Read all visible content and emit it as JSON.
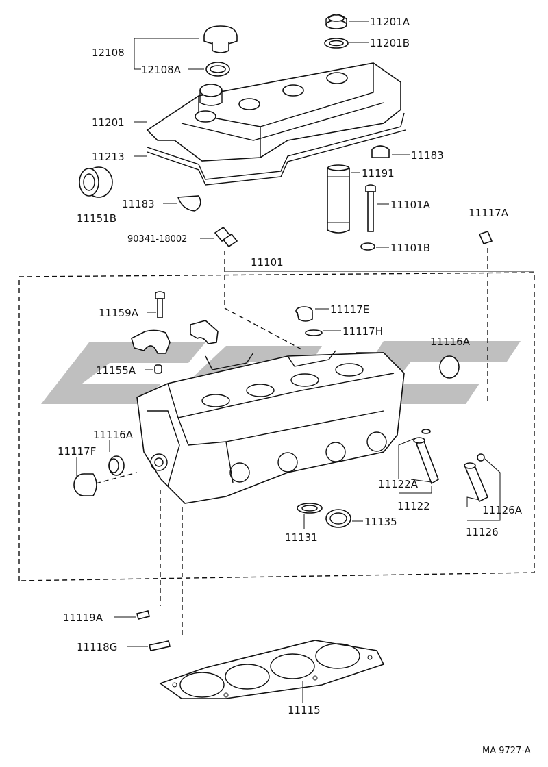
{
  "labels": {
    "p11201A": "11201A",
    "p11201B": "11201B",
    "p12108": "12108",
    "p12108A": "12108A",
    "p11201": "11201",
    "p11213": "11213",
    "p11183_right": "11183",
    "p11191": "11191",
    "p11151B": "11151B",
    "p11183_left": "11183",
    "p11101A": "11101A",
    "p11117A": "11117A",
    "p90341": "90341-18002",
    "p11101B": "11101B",
    "p11101": "11101",
    "p11159A": "11159A",
    "p11117E": "11117E",
    "p11117H": "11117H",
    "p11116A_right": "11116A",
    "p11155A": "11155A",
    "p11116A_left": "11116A",
    "p11117F": "11117F",
    "p11122A": "11122A",
    "p11122": "11122",
    "p11126A": "11126A",
    "p11126": "11126",
    "p11131": "11131",
    "p11135": "11135",
    "p11119A": "11119A",
    "p11118G": "11118G",
    "p11115": "11115",
    "ref_code": "MA 9727-A"
  },
  "watermark": {
    "color": "#b4b4b4"
  }
}
